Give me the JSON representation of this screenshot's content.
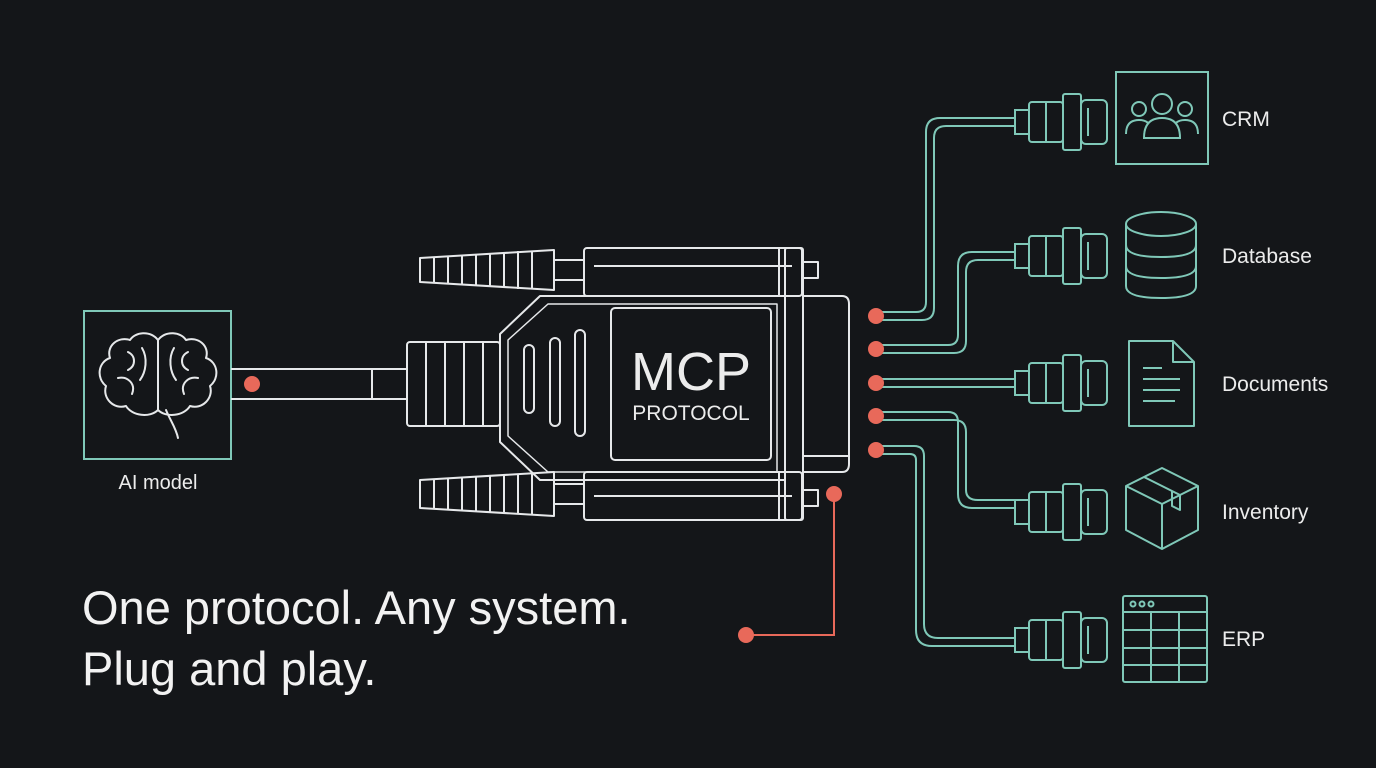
{
  "colors": {
    "background": "#141619",
    "line_white": "#e6e8ea",
    "line_teal": "#7fc8b8",
    "accent_red": "#e8695a",
    "text": "#ececec"
  },
  "ai_model": {
    "label": "AI model",
    "icon": "brain-icon"
  },
  "adapter": {
    "title": "MCP",
    "subtitle": "PROTOCOL"
  },
  "tagline": {
    "line1": "One protocol. Any system.",
    "line2": "Plug and play."
  },
  "systems": [
    {
      "label": "CRM",
      "icon": "users-icon"
    },
    {
      "label": "Database",
      "icon": "database-icon"
    },
    {
      "label": "Documents",
      "icon": "document-icon"
    },
    {
      "label": "Inventory",
      "icon": "box-icon"
    },
    {
      "label": "ERP",
      "icon": "table-grid-icon"
    }
  ]
}
